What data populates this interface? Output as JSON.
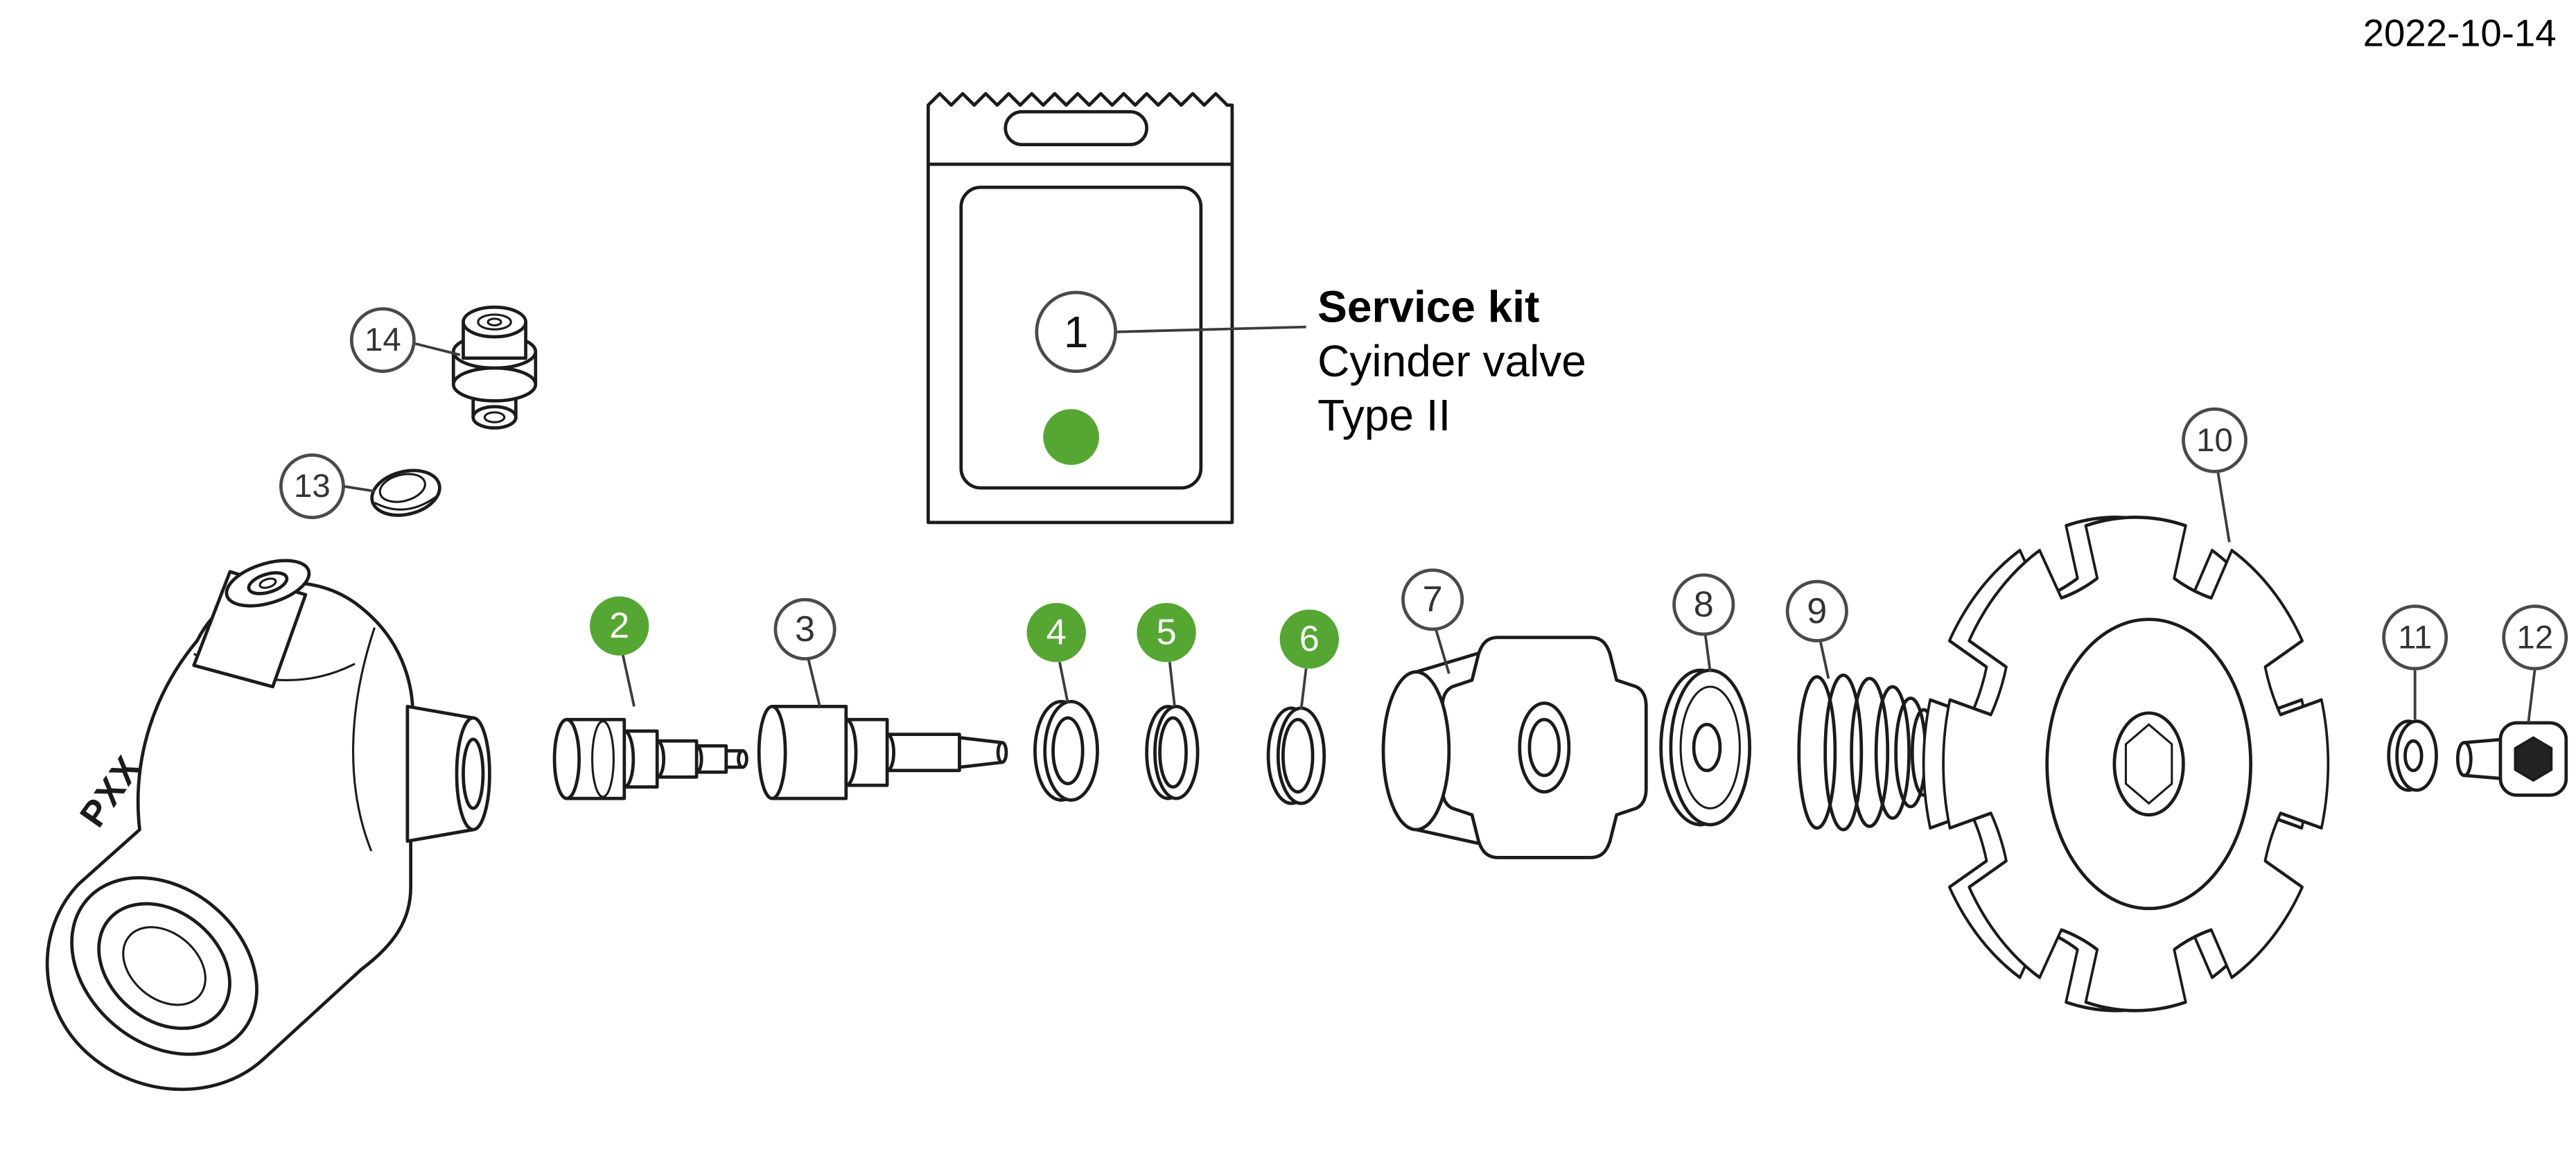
{
  "meta": {
    "date": "2022-10-14"
  },
  "colors": {
    "green": "#55a632"
  },
  "kit_label": {
    "title": "Service kit",
    "line1": "Cyinder valve",
    "line2": "Type II"
  },
  "body_marking": "PXX",
  "callouts": {
    "c1": {
      "label": "1",
      "highlighted": false
    },
    "c2": {
      "label": "2",
      "highlighted": true
    },
    "c3": {
      "label": "3",
      "highlighted": false
    },
    "c4": {
      "label": "4",
      "highlighted": true
    },
    "c5": {
      "label": "5",
      "highlighted": true
    },
    "c6": {
      "label": "6",
      "highlighted": true
    },
    "c7": {
      "label": "7",
      "highlighted": false
    },
    "c8": {
      "label": "8",
      "highlighted": false
    },
    "c9": {
      "label": "9",
      "highlighted": false
    },
    "c10": {
      "label": "10",
      "highlighted": false
    },
    "c11": {
      "label": "11",
      "highlighted": false
    },
    "c12": {
      "label": "12",
      "highlighted": false
    },
    "c13": {
      "label": "13",
      "highlighted": false
    },
    "c14": {
      "label": "14",
      "highlighted": false
    }
  }
}
